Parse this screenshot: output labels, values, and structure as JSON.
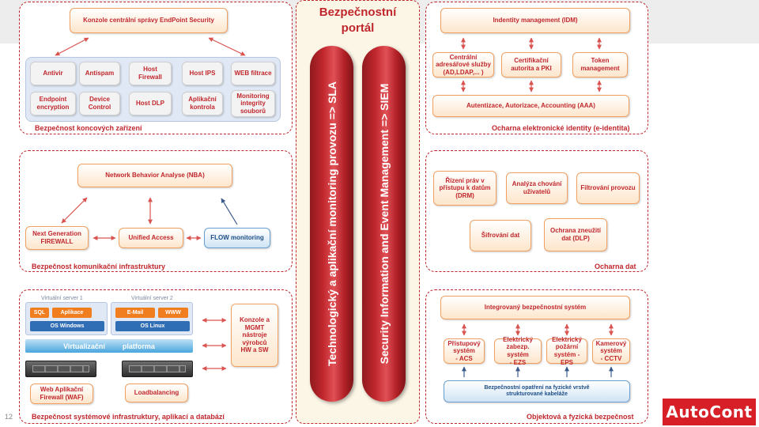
{
  "central": {
    "title_line1": "Bezpečnostní",
    "title_line2": "portál",
    "capsule_left": "Technologický a aplikační monitoring provozu  =>  SLA",
    "capsule_right": "Security Information and Event Management  =>  SIEM"
  },
  "endpoint": {
    "title": "Bezpečnost koncových zařízení",
    "console": "Konzole centrální správy EndPoint Security",
    "items": [
      "Antivir",
      "Antispam",
      "Host\nFirewall",
      "Host IPS",
      "WEB filtrace",
      "Endpoint\nencryption",
      "Device\nControl",
      "Host DLP",
      "Aplikační\nkontrola",
      "Monitoring\nintegrity\nsouborů"
    ]
  },
  "network": {
    "title": "Bezpečnost komunikační infrastruktury",
    "nba": "Network Behavior Analyse (NBA)",
    "ngfw": "Next Generation\nFIREWALL",
    "unified": "Unified Access",
    "flow": "FLOW monitoring"
  },
  "systems": {
    "title": "Bezpečnost systémové infrastruktury, aplikací a databází",
    "server1_label": "Virtuální server 1",
    "server2_label": "Virtuální server 2",
    "s1_chip1": "SQL",
    "s1_chip2": "Aplikace",
    "s1_os": "OS Windows",
    "s2_chip1": "E-Mail",
    "s2_chip2": "WWW",
    "s2_os": "OS Linux",
    "platform_word1": "Virtualizační",
    "platform_word2": "platforma",
    "mgmt": "Konzole a\nMGMT\nnástroje\nvýrobců\nHW a SW",
    "waf": "Web Aplikační\nFirewall (WAF)",
    "lb": "Loadbalancing"
  },
  "identity": {
    "title": "Ocharna elektronické identity (e-identita)",
    "idm": "Indentity management (IDM)",
    "directory": "Centrální\nadresářové služby\n(AD,LDAP,... )",
    "pki": "Certifikační\nautorita a PKI",
    "token": "Token\nmanagement",
    "aaa": "Autentizace, Autorizace, Accounting (AAA)"
  },
  "data_protection": {
    "title": "Ocharna dat",
    "drm": "Řízení práv v\npřístupu k datům\n(DRM)",
    "uba": "Analýza chování\nuživatelů",
    "filter": "Filtrování provozu",
    "encrypt": "Šifrování dat",
    "dlp": "Ochrana zneužití\ndat (DLP)"
  },
  "physical": {
    "title": "Objektová a fyzická bezpečnost",
    "integrated": "Integrovaný bezpečnostní systém",
    "acs": "Přístupový\nsystém\n- ACS",
    "ezs": "Elektrický\nzabezp. systém\n- EZS",
    "eps": "Elektrický\npožární\nsystém - EPS",
    "cctv": "Kamerový\nsystém\n- CCTV",
    "cabling": "Bezpečnostní opatření na fyzické vrstvě\nstrukturované kabeláže"
  },
  "footer": {
    "page_number": "12",
    "logo_text": "AutoCont"
  },
  "colors": {
    "accent": "#c0272d",
    "orange": "#f07d1e",
    "blue": "#2f6db5",
    "logo": "#d61f26"
  }
}
